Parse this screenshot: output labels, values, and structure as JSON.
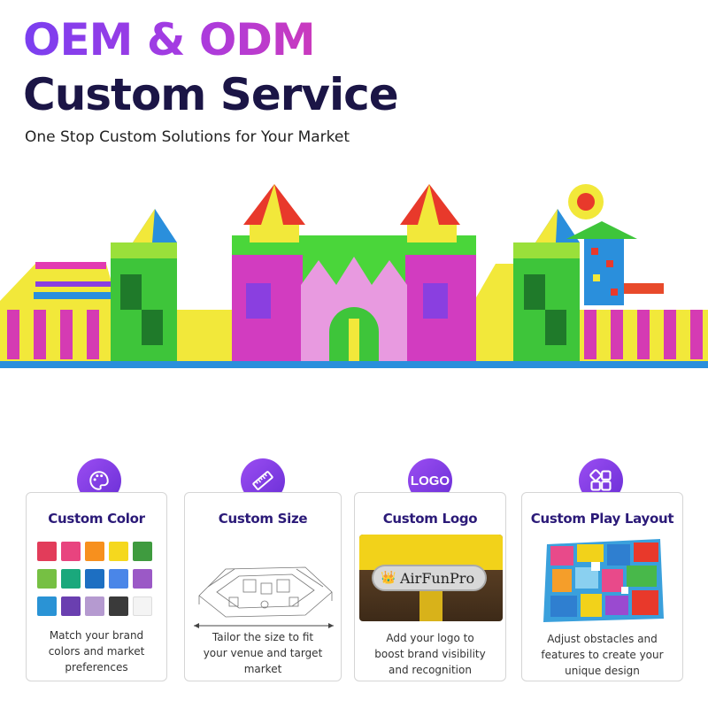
{
  "header": {
    "line1": "OEM & ODM",
    "line2": "Custom Service",
    "subtitle": "One Stop Custom Solutions for Your Market"
  },
  "cards": [
    {
      "icon": "palette-icon",
      "title": "Custom Color",
      "desc": [
        "Match your brand",
        "colors and market",
        "preferences"
      ],
      "swatches": [
        "#e23c5a",
        "#e8447f",
        "#f7901e",
        "#f5d81e",
        "#3f9b3f",
        "#76c043",
        "#1aa87c",
        "#1d6fc2",
        "#4a86e8",
        "#9b59c6",
        "#2a93d5",
        "#6a3fb0",
        "#b59ad0",
        "#3a3a3a",
        "#f4f4f4"
      ]
    },
    {
      "icon": "ruler-icon",
      "title": "Custom Size",
      "desc": [
        "Tailor the size to fit",
        "your venue and target",
        "market"
      ]
    },
    {
      "icon": "logo-badge",
      "badge_text": "LOGO",
      "title": "Custom Logo",
      "logo_text": "AirFunPro",
      "desc": [
        "Add your logo to",
        "boost brand visibility",
        "and recognition"
      ]
    },
    {
      "icon": "layout-grid-icon",
      "title": "Custom Play Layout",
      "desc": [
        "Adjust obstacles and",
        "features to create your",
        "unique design"
      ]
    }
  ]
}
